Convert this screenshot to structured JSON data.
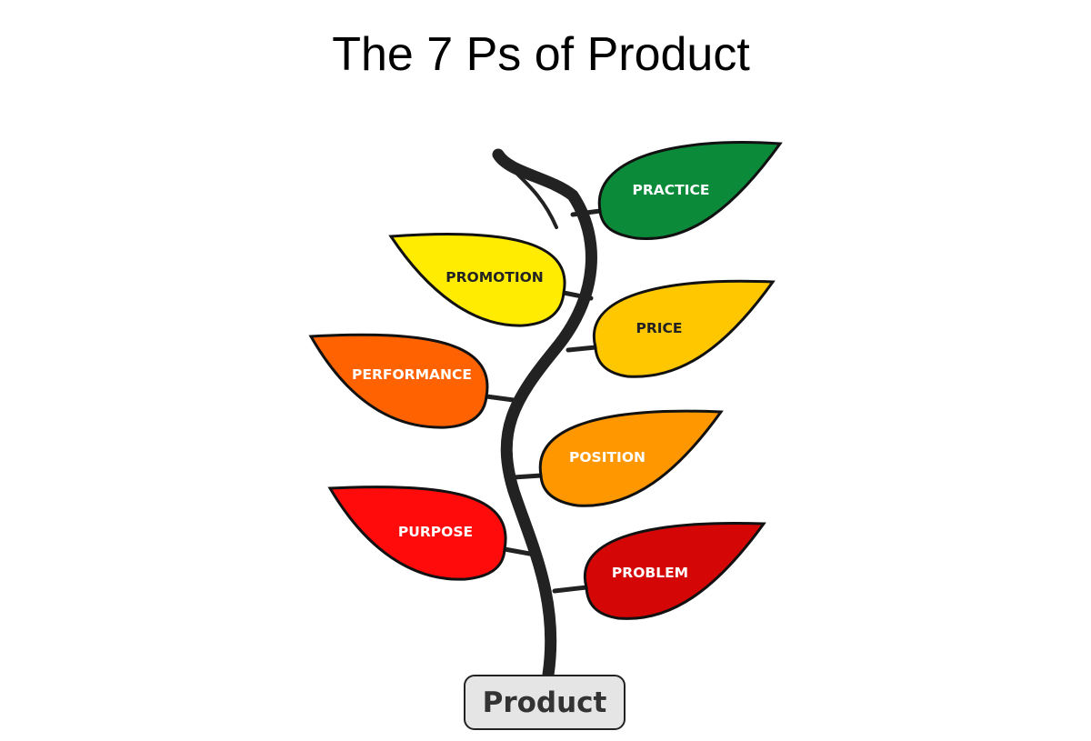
{
  "title": "The 7 Ps of Product",
  "root": {
    "label": "Product"
  },
  "leaves": [
    {
      "label": "PRACTICE",
      "fill": "#0b8a3a",
      "text_color": "#ffffff",
      "side": "right"
    },
    {
      "label": "PROMOTION",
      "fill": "#ffec00",
      "text_color": "#222222",
      "side": "left"
    },
    {
      "label": "PRICE",
      "fill": "#ffc700",
      "text_color": "#222222",
      "side": "right"
    },
    {
      "label": "PERFORMANCE",
      "fill": "#ff6200",
      "text_color": "#ffffff",
      "side": "left"
    },
    {
      "label": "POSITION",
      "fill": "#ff9800",
      "text_color": "#ffffff",
      "side": "right"
    },
    {
      "label": "PURPOSE",
      "fill": "#ff0b0b",
      "text_color": "#ffffff",
      "side": "left"
    },
    {
      "label": "PROBLEM",
      "fill": "#d40606",
      "text_color": "#ffffff",
      "side": "right"
    }
  ],
  "stem_color": "#222222"
}
